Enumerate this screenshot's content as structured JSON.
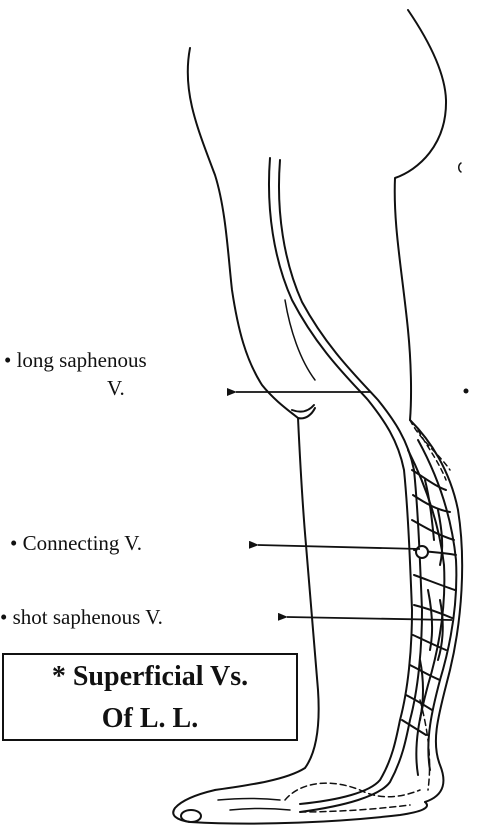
{
  "labels": {
    "long_saphenous_line1": "• long saphenous",
    "long_saphenous_line2": "V.",
    "connecting": "• Connecting V.",
    "short_saphenous": "• shot saphenous V."
  },
  "title": {
    "line1": "* Superficial Vs.",
    "line2": "Of L. L."
  },
  "colors": {
    "ink": "#111111",
    "background": "#ffffff"
  }
}
